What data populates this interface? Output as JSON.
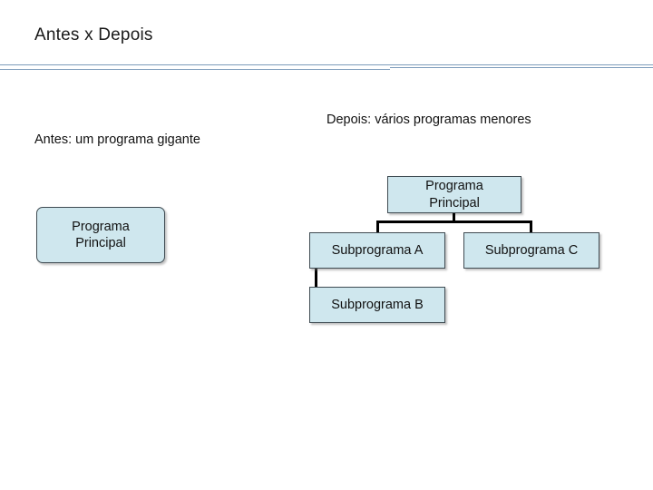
{
  "slide": {
    "title": "Antes x Depois",
    "captions": {
      "antes": "Antes: um programa gigante",
      "depois": "Depois: vários programas menores"
    },
    "boxes": {
      "antes_main": "Programa\nPrincipal",
      "antes_main_line1": "Programa",
      "antes_main_line2": "Principal",
      "depois_main_line1": "Programa",
      "depois_main_line2": "Principal",
      "sub_a": "Subprograma A",
      "sub_b": "Subprograma B",
      "sub_c": "Subprograma C"
    },
    "colors": {
      "box_fill": "#cfe7ee",
      "box_border": "#3f4b52",
      "rule": "#7d9cbb",
      "text": "#111111",
      "connector": "#000000",
      "background": "#ffffff"
    }
  }
}
